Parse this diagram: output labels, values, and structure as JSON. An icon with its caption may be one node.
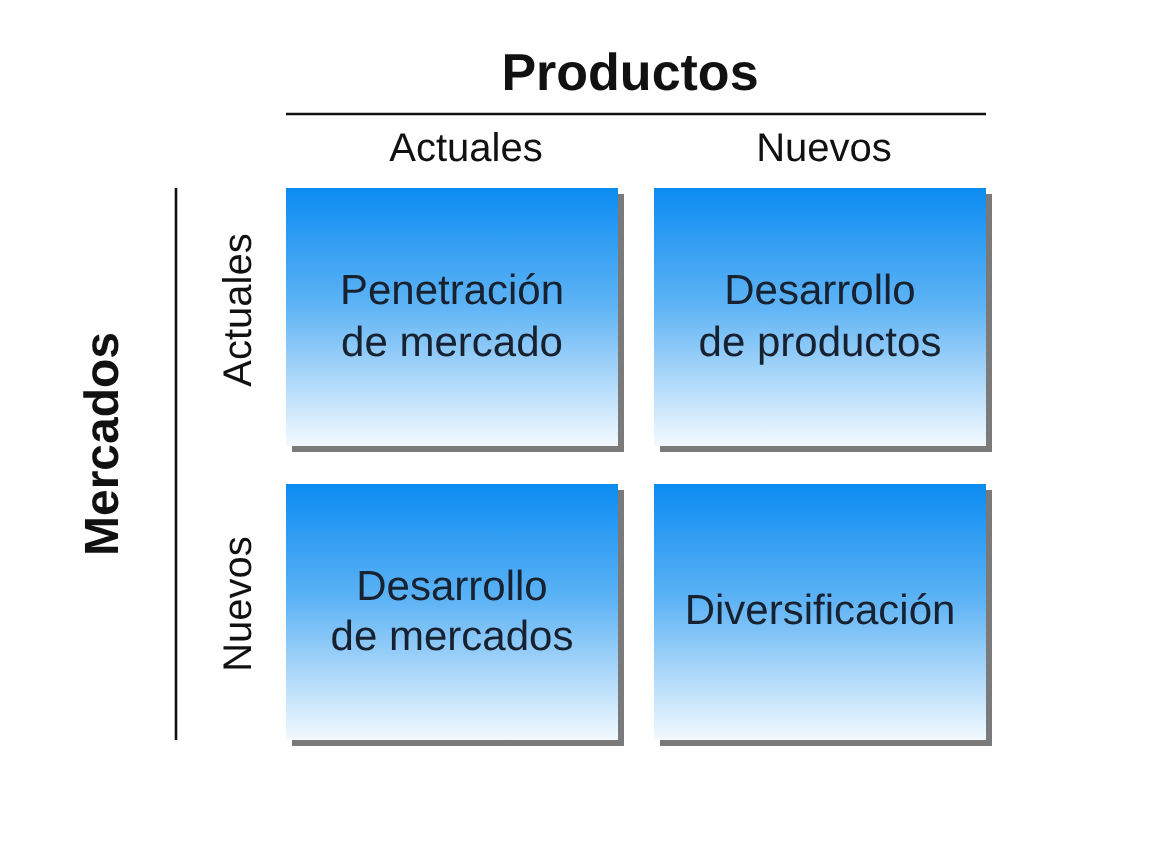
{
  "diagram": {
    "nodes": [
      {
        "text": [
          "Penetración de mercado"
        ]
      },
      {
        "text": [
          "Desarrollo de productos"
        ]
      },
      {
        "text": [
          "Desarrollo de mercados"
        ]
      },
      {
        "text": [
          "Diversificación"
        ]
      }
    ],
    "labels": [
      "Productos",
      "Actuales",
      "Nuevos",
      "Mercados",
      "Actuales",
      "Nuevos"
    ]
  }
}
